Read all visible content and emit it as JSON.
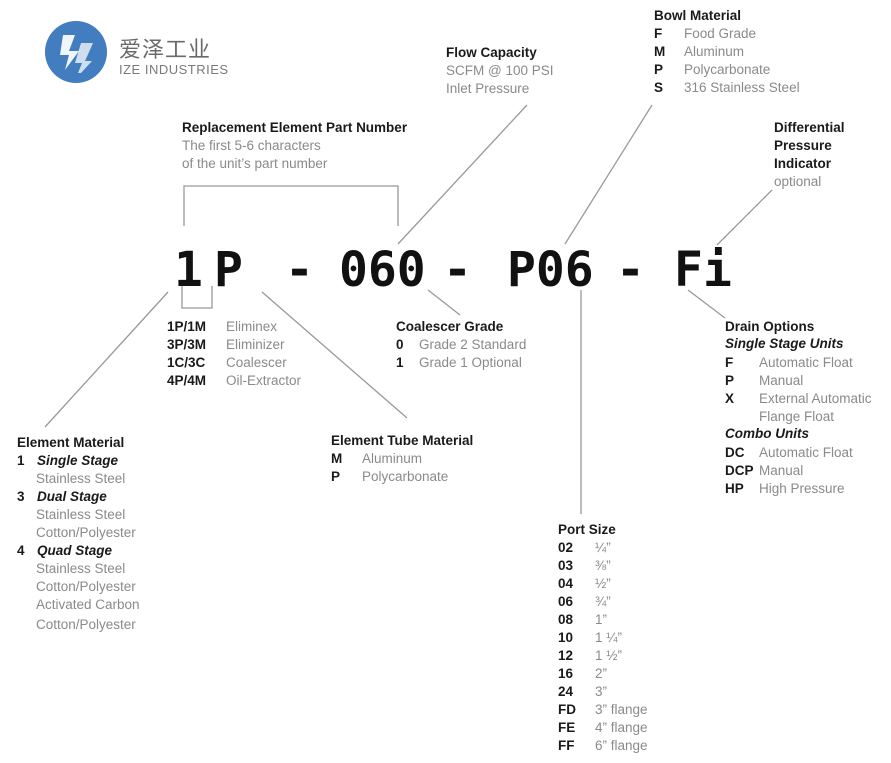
{
  "logo": {
    "chinese": "爱泽工业",
    "english": "IZE INDUSTRIES"
  },
  "code": {
    "c1": "1",
    "c2": "P",
    "d1": "-",
    "c3": "060",
    "d2": "-",
    "c4": "P06",
    "d3": "-",
    "c5": "F",
    "c6": "i"
  },
  "replacement": {
    "title": "Replacement Element Part Number",
    "line1": "The first 5-6 characters",
    "line2": "of the unit’s part number"
  },
  "flow": {
    "title": "Flow Capacity",
    "line1": "SCFM @ 100 PSI",
    "line2": "Inlet Pressure"
  },
  "bowl": {
    "title": "Bowl Material",
    "items": [
      {
        "k": "F",
        "v": "Food Grade"
      },
      {
        "k": "M",
        "v": "Aluminum"
      },
      {
        "k": "P",
        "v": "Polycarbonate"
      },
      {
        "k": "S",
        "v": "316 Stainless Steel"
      }
    ]
  },
  "diff": {
    "l1": "Differential",
    "l2": "Pressure",
    "l3": "Indicator",
    "opt": "optional"
  },
  "types": [
    {
      "k": "1P/1M",
      "v": "Eliminex"
    },
    {
      "k": "3P/3M",
      "v": "Eliminizer"
    },
    {
      "k": "1C/3C",
      "v": "Coalescer"
    },
    {
      "k": "4P/4M",
      "v": "Oil-Extractor"
    }
  ],
  "coalescer": {
    "title": "Coalescer Grade",
    "items": [
      {
        "k": "0",
        "v": "Grade 2 Standard"
      },
      {
        "k": "1",
        "v": "Grade 1 Optional"
      }
    ]
  },
  "drain": {
    "title": "Drain Options",
    "single": "Single Stage Units",
    "s": [
      {
        "k": "F",
        "v": "Automatic Float"
      },
      {
        "k": "P",
        "v": "Manual"
      },
      {
        "k": "X",
        "v": "External Automatic"
      }
    ],
    "s_cont": "Flange Float",
    "combo": "Combo Units",
    "c": [
      {
        "k": "DC",
        "v": "Automatic Float"
      },
      {
        "k": "DCP",
        "v": "Manual"
      },
      {
        "k": "HP",
        "v": "High Pressure"
      }
    ]
  },
  "element": {
    "title": "Element Material",
    "g1": {
      "k": "1",
      "name": "Single Stage",
      "l1": "Stainless Steel"
    },
    "g3": {
      "k": "3",
      "name": "Dual Stage",
      "l1": "Stainless Steel",
      "l2": "Cotton/Polyester"
    },
    "g4": {
      "k": "4",
      "name": "Quad Stage",
      "l1": "Stainless Steel",
      "l2": "Cotton/Polyester",
      "l3": "Activated Carbon",
      "l4": "Cotton/Polyester"
    }
  },
  "tube": {
    "title": "Element Tube Material",
    "items": [
      {
        "k": "M",
        "v": "Aluminum"
      },
      {
        "k": "P",
        "v": "Polycarbonate"
      }
    ]
  },
  "port": {
    "title": "Port Size",
    "items": [
      {
        "k": "02",
        "v": "¼”"
      },
      {
        "k": "03",
        "v": "⅜”"
      },
      {
        "k": "04",
        "v": "½”"
      },
      {
        "k": "06",
        "v": "¾”"
      },
      {
        "k": "08",
        "v": "1”"
      },
      {
        "k": "10",
        "v": "1 ¼”"
      },
      {
        "k": "12",
        "v": "1 ½”"
      },
      {
        "k": "16",
        "v": "2”"
      },
      {
        "k": "24",
        "v": "3”"
      },
      {
        "k": "FD",
        "v": "3” flange"
      },
      {
        "k": "FE",
        "v": "4” flange"
      },
      {
        "k": "FF",
        "v": "6” flange"
      }
    ]
  }
}
